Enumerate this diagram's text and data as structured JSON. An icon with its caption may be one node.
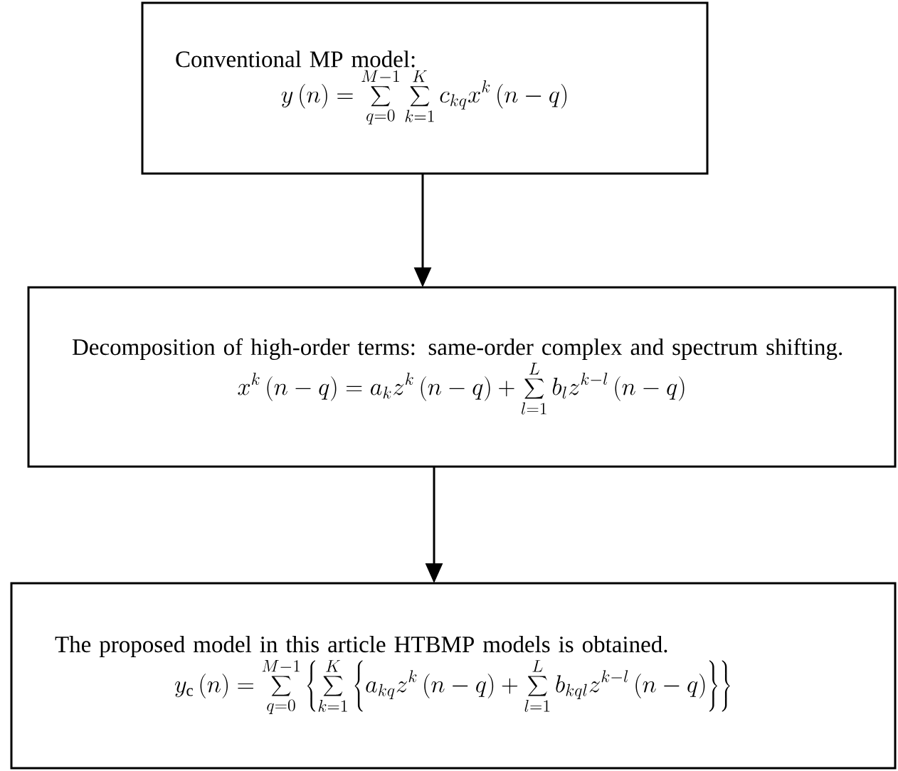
{
  "diagram": {
    "nodes": [
      {
        "text": [
          "Conventional MP model:",
          "y\\left(n\\right)=\\sum_{q=0}^{M-1}\\sum_{k=1}^{K}c_{kq}x^{k}\\left(n-q\\right)"
        ]
      },
      {
        "text": [
          "Decomposition of high-order terms: same-order complex and spectrum shifting.",
          "x^{k}\\left(n-q\\right)=a_{k}z^{k}\\left(n-q\\right)+\\sum_{l=1}^{L}b_{l}z^{k-l}\\left(n-q\\right)"
        ]
      },
      {
        "text": [
          "The proposed model in this article HTBMP models is obtained.",
          "y_{\\mathrm{c}}\\left(n\\right)=\\sum_{q=0}^{M-1}\\left\\{\\sum_{k=1}^{K}\\left\\{a_{kq}z^{k}\\left(n-q\\right)+\\sum_{l=1}^{L}b_{kql}z^{k-l}\\left(n-q\\right)\\right\\}\\right\\}"
        ]
      }
    ],
    "edges": [
      {
        "from": 0,
        "to": 1,
        "arrow": "to"
      },
      {
        "from": 1,
        "to": 2,
        "arrow": "to"
      }
    ]
  }
}
